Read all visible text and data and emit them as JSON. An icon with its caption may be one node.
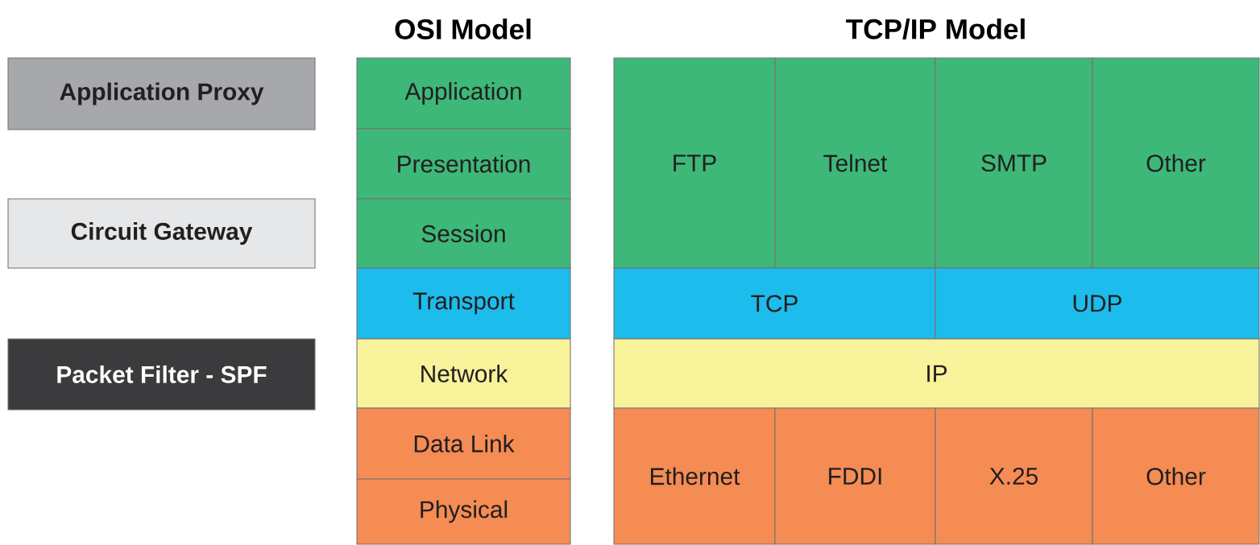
{
  "diagram": {
    "nodes": [
      {
        "text": [
          "Application Proxy"
        ]
      },
      {
        "text": [
          "Circuit Gateway"
        ]
      },
      {
        "text": [
          "Packet Filter - SPF"
        ]
      },
      {
        "text": [
          "Application"
        ]
      },
      {
        "text": [
          "Presentation"
        ]
      },
      {
        "text": [
          "Session"
        ]
      },
      {
        "text": [
          "Transport"
        ]
      },
      {
        "text": [
          "Network"
        ]
      },
      {
        "text": [
          "Data Link"
        ]
      },
      {
        "text": [
          "Physical"
        ]
      },
      {
        "text": [
          "FTP"
        ]
      },
      {
        "text": [
          "Telnet"
        ]
      },
      {
        "text": [
          "SMTP"
        ]
      },
      {
        "text": [
          "Other"
        ]
      },
      {
        "text": [
          "TCP"
        ]
      },
      {
        "text": [
          "UDP"
        ]
      },
      {
        "text": [
          "IP"
        ]
      },
      {
        "text": [
          "Ethernet"
        ]
      },
      {
        "text": [
          "FDDI"
        ]
      },
      {
        "text": [
          "X.25"
        ]
      },
      {
        "text": [
          "Other"
        ]
      }
    ],
    "labels": [
      "OSI Model",
      "TCP/IP Model"
    ]
  }
}
